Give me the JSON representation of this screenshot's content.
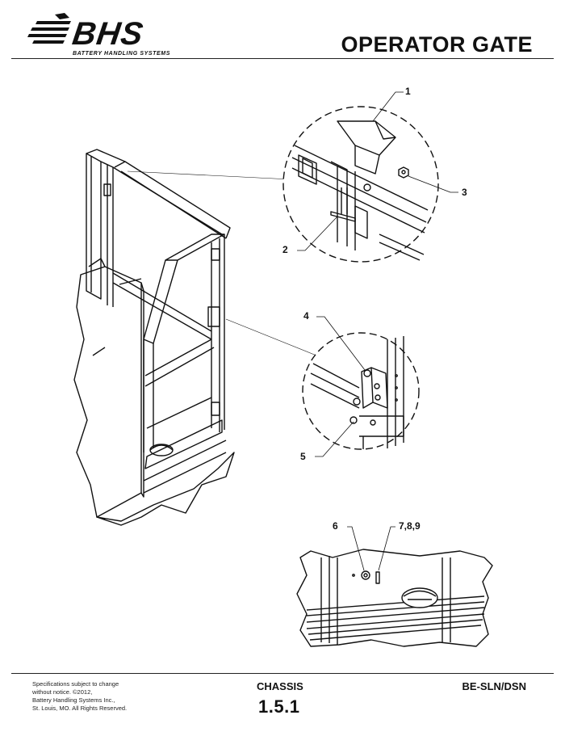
{
  "header": {
    "brand": "BHS",
    "brand_tagline": "BATTERY HANDLING SYSTEMS",
    "title": "OPERATOR GATE"
  },
  "callouts": [
    "1",
    "2",
    "3",
    "4",
    "5",
    "6",
    "7,8,9"
  ],
  "footer": {
    "notice_lines": [
      "Specifications subject to change",
      "without notice. ©2012,",
      "Battery Handling Systems Inc.,",
      "St. Louis, MO. All Rights Reserved."
    ],
    "section": "CHASSIS",
    "number": "1.5.1",
    "model": "BE-SLN/DSN"
  }
}
